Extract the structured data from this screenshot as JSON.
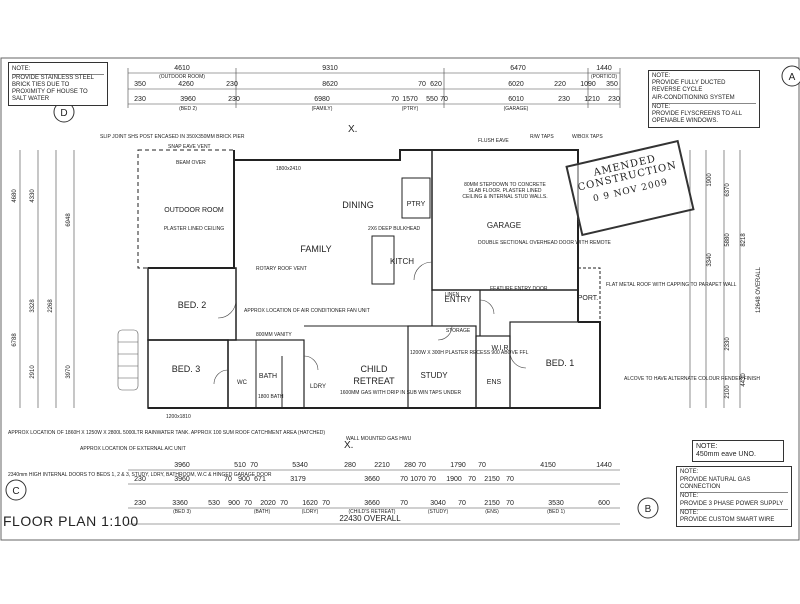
{
  "title": "FLOOR PLAN 1:100",
  "stamp": {
    "line1": "AMENDED",
    "line2": "CONSTRUCTION",
    "date": "0 9 NOV 2009"
  },
  "notes": {
    "top_left": [
      "NOTE:",
      "PROVIDE STAINLESS STEEL",
      "BRICK TIES DUE TO",
      "PROXIMITY OF HOUSE TO",
      "SALT WATER"
    ],
    "top_right": [
      "NOTE:",
      "PROVIDE FULLY DUCTED",
      "REVERSE CYCLE",
      "AIR-CONDITIONING SYSTEM",
      "NOTE:",
      "PROVIDE FLYSCREENS TO ALL",
      "OPENABLE WINDOWS."
    ],
    "eave": [
      "NOTE:",
      "450mm eave UNO."
    ],
    "bottom_right": [
      "NOTE:",
      "PROVIDE NATURAL GAS CONNECTION",
      "NOTE:",
      "PROVIDE 3 PHASE POWER SUPPLY",
      "NOTE:",
      "PROVIDE CUSTOM SMART WIRE"
    ]
  },
  "grid_markers": [
    "A",
    "B",
    "C",
    "D"
  ],
  "rooms": {
    "outdoor": "OUTDOOR ROOM",
    "outdoor_sub": "PLASTER LINED CEILING",
    "dining": "DINING",
    "family": "FAMILY",
    "garage": "GARAGE",
    "garage_note": "80MM STEPDOWN TO CONCRETE SLAB FLOOR. PLASTER LINED CEILING & INTERNAL STUD WALLS.",
    "pantry": "PTRY",
    "kitchen": "KITCH",
    "bed2": "BED. 2",
    "bed3": "BED. 3",
    "bed1": "BED. 1",
    "child_retreat_1": "CHILD",
    "child_retreat_2": "RETREAT",
    "study": "STUDY",
    "entry": "ENTRY",
    "port": "PORT.",
    "wir": "W.I.R",
    "ens": "ENS",
    "bath": "BATH",
    "wc": "WC",
    "ldry": "LDRY",
    "linen": "LINEN",
    "storage": "STORAGE"
  },
  "dimensions_top": {
    "row1": [
      "4610",
      "9310",
      "6470",
      "1440"
    ],
    "row1_sub": [
      "(OUTDOOR ROOM)",
      "(PORTICO)"
    ],
    "row2": [
      "350",
      "4260",
      "230",
      "8620",
      "70",
      "620",
      "6020",
      "220",
      "1090",
      "350"
    ],
    "row3": [
      "230",
      "3960",
      "230",
      "6980",
      "70",
      "1570",
      "550",
      "70",
      "6010",
      "230",
      "1210",
      "230"
    ],
    "row3_sub": [
      "(BED 2)",
      "(FAMILY)",
      "(PTRY)",
      "(GARAGE)"
    ]
  },
  "dimensions_bottom": {
    "row1": [
      "3960",
      "510",
      "70",
      "5340",
      "280",
      "2210",
      "280",
      "70",
      "1790",
      "70",
      "4150",
      "1440"
    ],
    "row2": [
      "230",
      "3960",
      "70",
      "900",
      "671",
      "3179",
      "3660",
      "70",
      "1070",
      "70",
      "1900",
      "70",
      "2150",
      "70"
    ],
    "row3": [
      "230",
      "3360",
      "530",
      "900",
      "70",
      "2020",
      "70",
      "1620",
      "70",
      "3660",
      "70",
      "3040",
      "70",
      "2150",
      "70",
      "3530",
      "600"
    ],
    "row3_sub": [
      "(BED 3)",
      "(BATH)",
      "(LDRY)",
      "(CHILD'S RETREAT)",
      "(STUDY)",
      "(ENS)",
      "(BED 1)"
    ],
    "overall": "22430 OVERALL"
  },
  "dimensions_right": [
    "12648 OVERALL",
    "4430",
    "2100",
    "2330",
    "3340",
    "1900",
    "5880",
    "6370",
    "8218"
  ],
  "dimensions_left": [
    "4680",
    "4330",
    "6948",
    "3328",
    "2268",
    "6788",
    "2910",
    "3970"
  ],
  "callouts": [
    "SLIP JOINT SHS POST ENCASED IN 350X350MM BRICK PIER",
    "SNAP EAVE VENT",
    "BEAM OVER",
    "FLUSH EAVE",
    "R/W TAPS",
    "W/BOX TAPS",
    "1800x2410",
    "ROTARY ROOF VENT",
    "APPROX LOCATION OF AIR CONDITIONER FAN UNIT",
    "2X6 DEEP BULKHEAD",
    "DOUBLE SECTIONAL OVERHEAD DOOR WITH REMOTE",
    "FEATURE ENTRY DOOR",
    "FLAT METAL ROOF WITH CAPPING TO PARAPET WALL",
    "ALCOVE TO HAVE ALTERNATE COLOUR RENDER FINISH",
    "1600MM GAS WITH DRIP IN SUB WIN TAPS UNDER",
    "1200W X 300H PLASTER RECESS 900 ABOVE FFL",
    "APPROX LOCATION OF 1860H X 1250W X 2800L 5000LTR RAINWATER TANK. APPROX 100 SUM ROOF CATCHMENT AREA (HATCHED)",
    "APPROX LOCATION OF EXTERNAL A/C UNIT",
    "2340mm HIGH INTERNAL DOORS TO BEDS 1, 2 & 3, STUDY, LDRY, BATHROOM, W.C & HINGED GARAGE DOOR",
    "WALL MOUNTED GAS HWU",
    "1200x1810",
    "1800 BATH",
    "800MM VANITY",
    "X."
  ]
}
